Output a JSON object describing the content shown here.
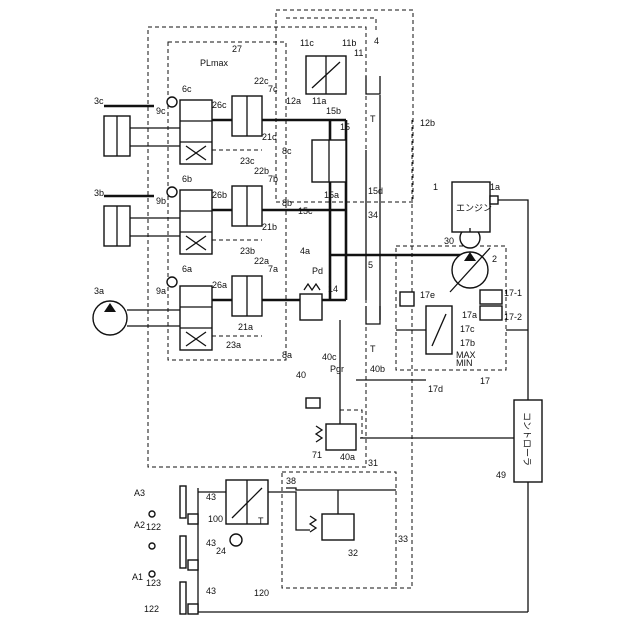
{
  "components": {
    "engine": "エンジン",
    "controller": "コントローラ",
    "max": "MAX",
    "min": "MIN"
  },
  "labels": {
    "plmax": "PLmax",
    "pd": "Pd",
    "pgr": "Pgr",
    "tank": "T"
  },
  "refs": {
    "r1": "1",
    "r1a": "1a",
    "r2": "2",
    "r3a": "3a",
    "r3b": "3b",
    "r3c": "3c",
    "r4": "4",
    "r4a": "4a",
    "r5": "5",
    "r6a": "6a",
    "r6b": "6b",
    "r6c": "6c",
    "r7a": "7a",
    "r7b": "7b",
    "r7c": "7c",
    "r8a": "8a",
    "r8b": "8b",
    "r8c": "8c",
    "r9a": "9a",
    "r9b": "9b",
    "r9c": "9c",
    "r11": "11",
    "r11a": "11a",
    "r11b": "11b",
    "r11c": "11c",
    "r12a": "12a",
    "r12b": "12b",
    "r14": "14",
    "r15": "15",
    "r15a": "15a",
    "r15b": "15b",
    "r15c": "15c",
    "r15d": "15d",
    "r17": "17",
    "r17a": "17a",
    "r17b": "17b",
    "r17c": "17c",
    "r17d": "17d",
    "r17e": "17e",
    "r17_1": "17-1",
    "r17_2": "17-2",
    "r21a": "21a",
    "r21b": "21b",
    "r21c": "21c",
    "r22a": "22a",
    "r22b": "22b",
    "r22c": "22c",
    "r23a": "23a",
    "r23b": "23b",
    "r23c": "23c",
    "r24": "24",
    "r26a": "26a",
    "r26b": "26b",
    "r26c": "26c",
    "r27": "27",
    "r30": "30",
    "r31": "31",
    "r32": "32",
    "r33": "33",
    "r34": "34",
    "r38": "38",
    "r40": "40",
    "r40a": "40a",
    "r40b": "40b",
    "r40c": "40c",
    "r43": "43",
    "r49": "49",
    "r71": "71",
    "r100": "100",
    "r120": "120",
    "r122": "122",
    "r123": "123",
    "rA1": "A1",
    "rA2": "A2",
    "rA3": "A3"
  }
}
